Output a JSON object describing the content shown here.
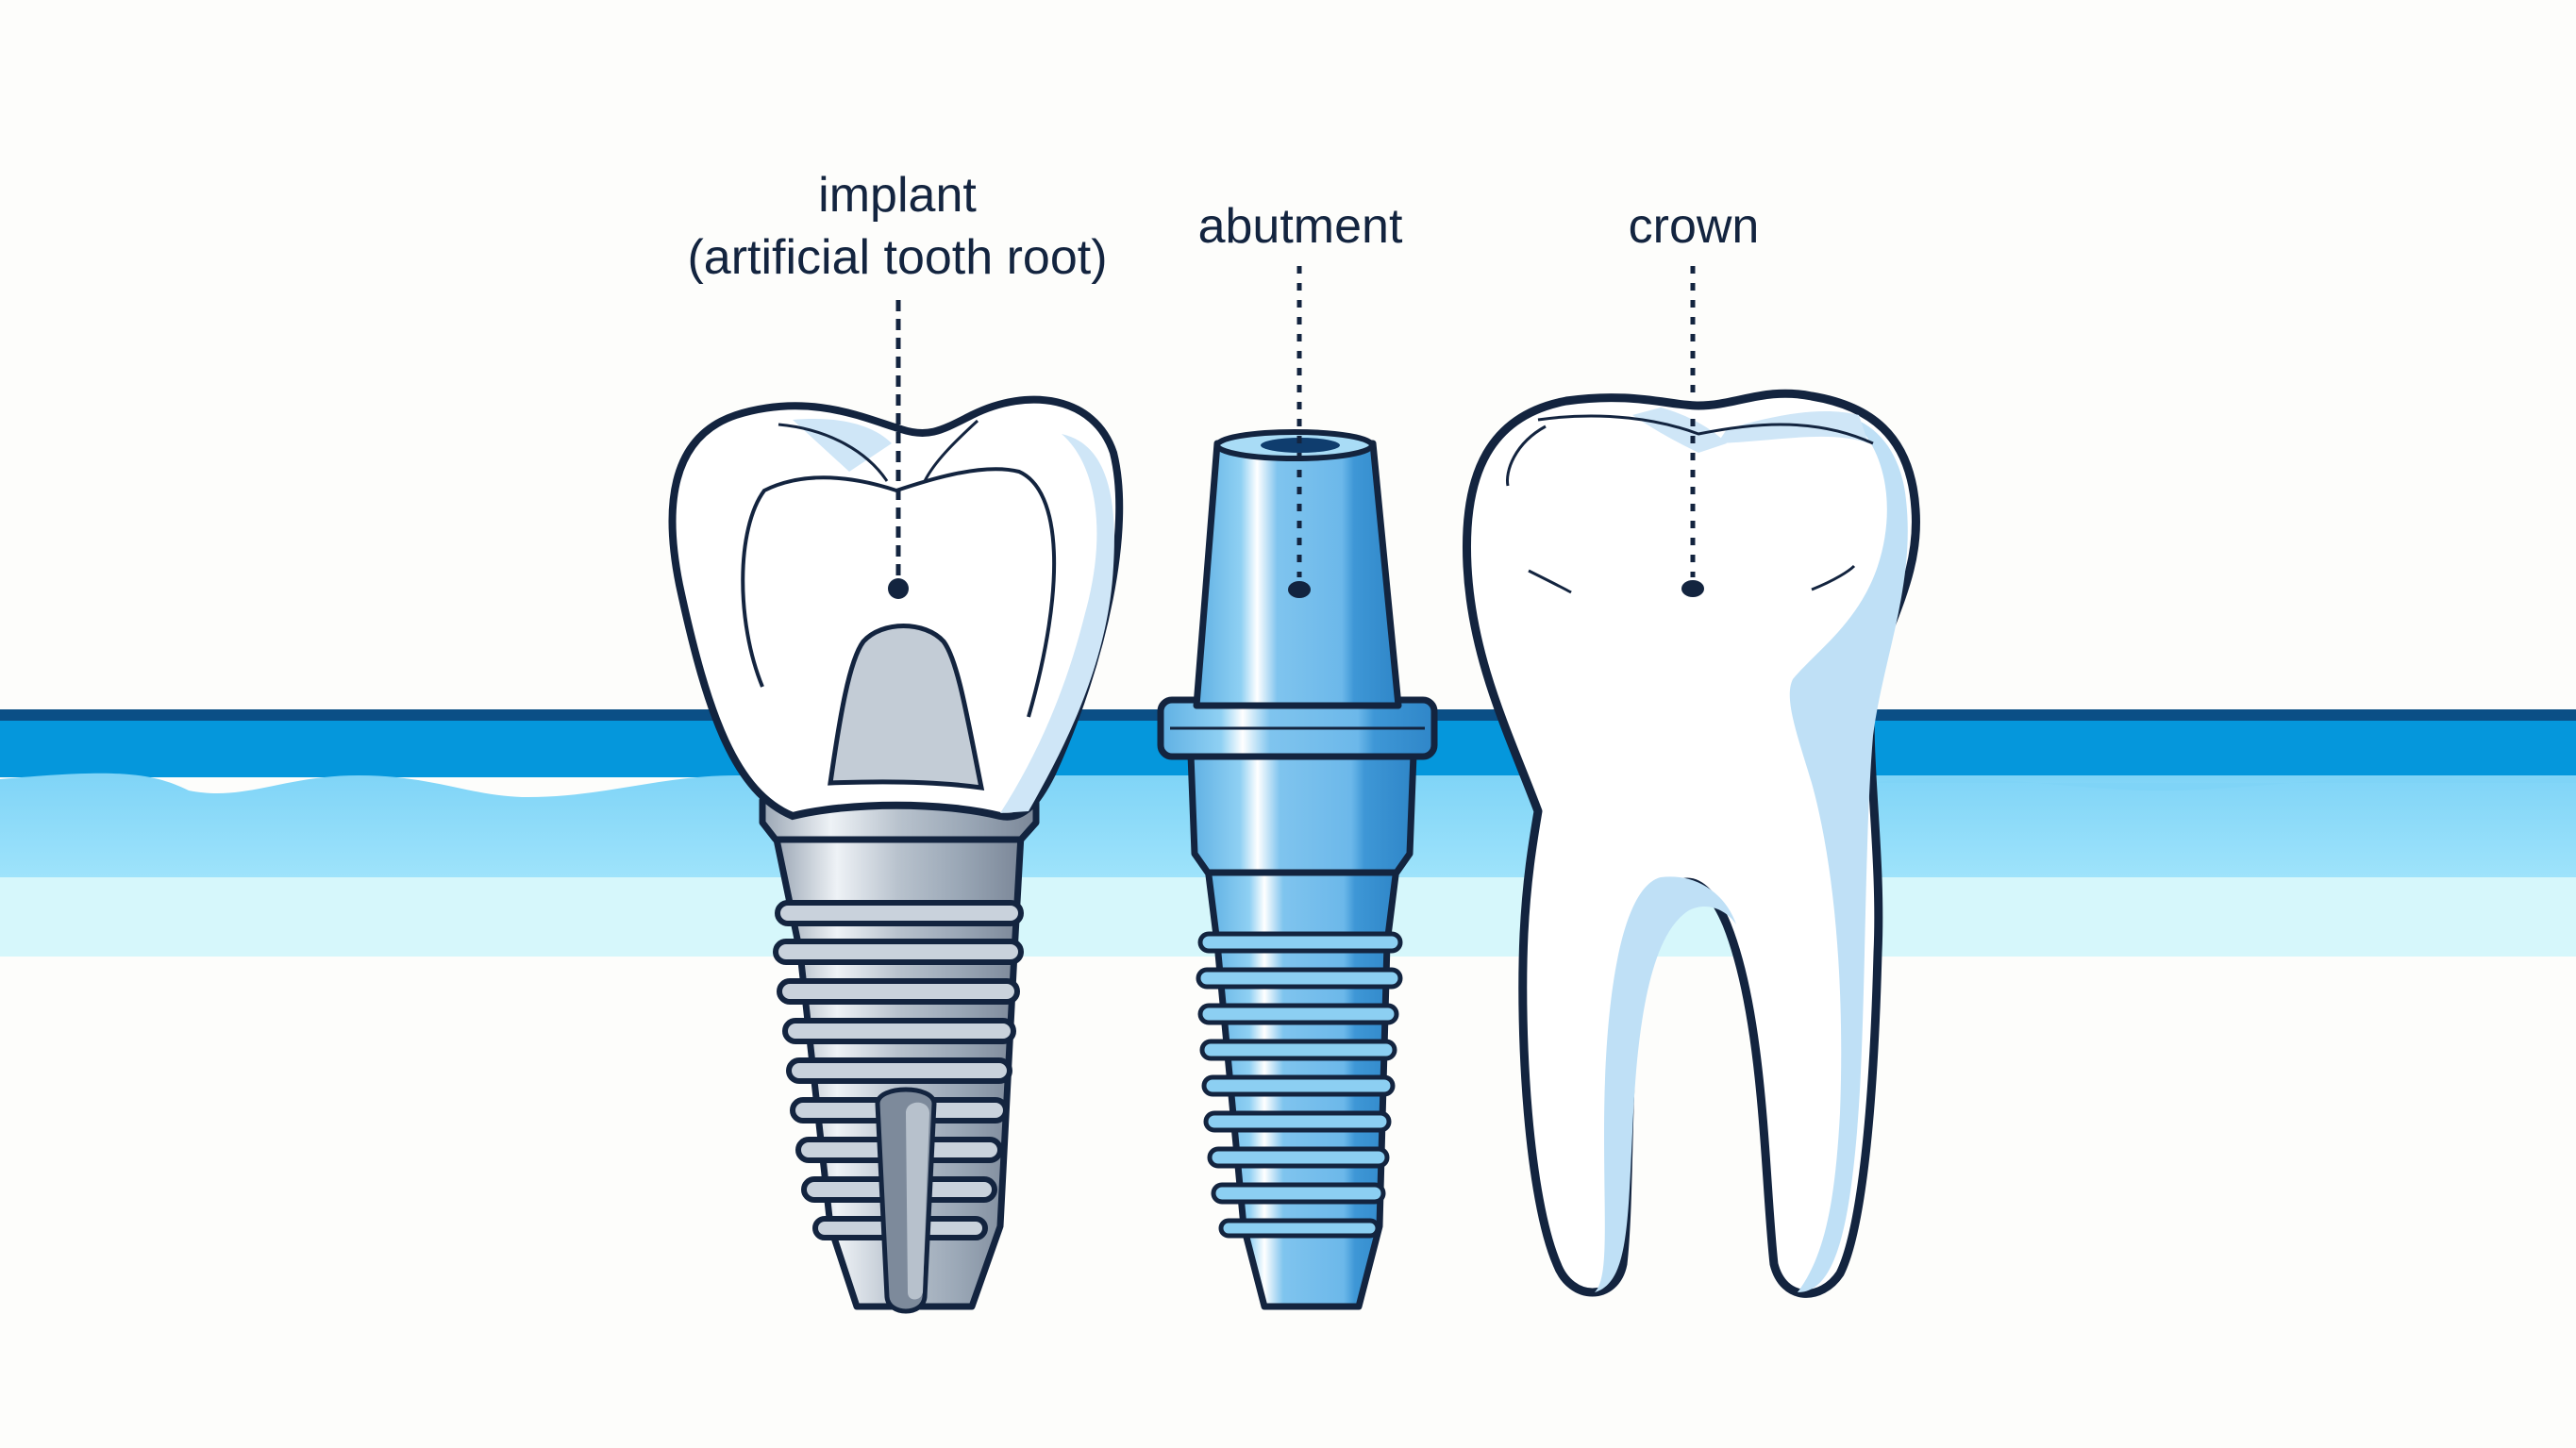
{
  "diagram": {
    "type": "labeled-illustration",
    "subject": "dental implant components",
    "labels": {
      "implant_line1": "implant",
      "implant_line2": "(artificial tooth root)",
      "abutment": "abutment",
      "crown": "crown"
    },
    "parts": [
      {
        "name": "implant",
        "description": "crown on titanium screw implant, label points to crown body"
      },
      {
        "name": "abutment",
        "description": "blue threaded abutment post"
      },
      {
        "name": "crown",
        "description": "natural molar tooth with two roots"
      }
    ],
    "colors": {
      "outline": "#13243f",
      "gum_dark": "#0a5fa3",
      "gum_mid": "#0696dc",
      "gum_light": "#86d8f8",
      "bone_light": "#d4f6fb",
      "titanium": "#b7c3cf",
      "abutment_blue": "#6cbdea",
      "enamel_shade": "#cfe6f7",
      "background": "#fdfdfb"
    }
  }
}
